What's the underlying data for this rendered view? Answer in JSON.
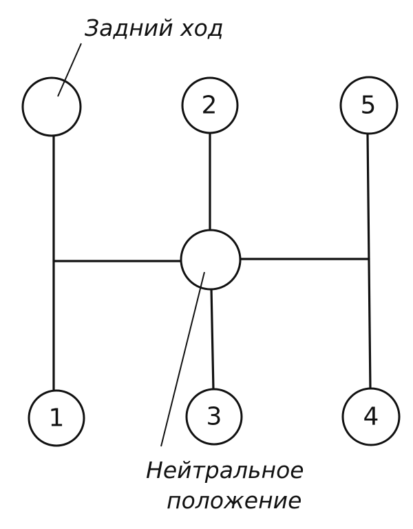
{
  "labels": {
    "reverse": "Задний ход",
    "neutral_line1": "Нейтральное",
    "neutral_line2": "положение"
  },
  "gears": {
    "g1": "1",
    "g2": "2",
    "g3": "3",
    "g4": "4",
    "g5": "5",
    "reverse": ""
  }
}
